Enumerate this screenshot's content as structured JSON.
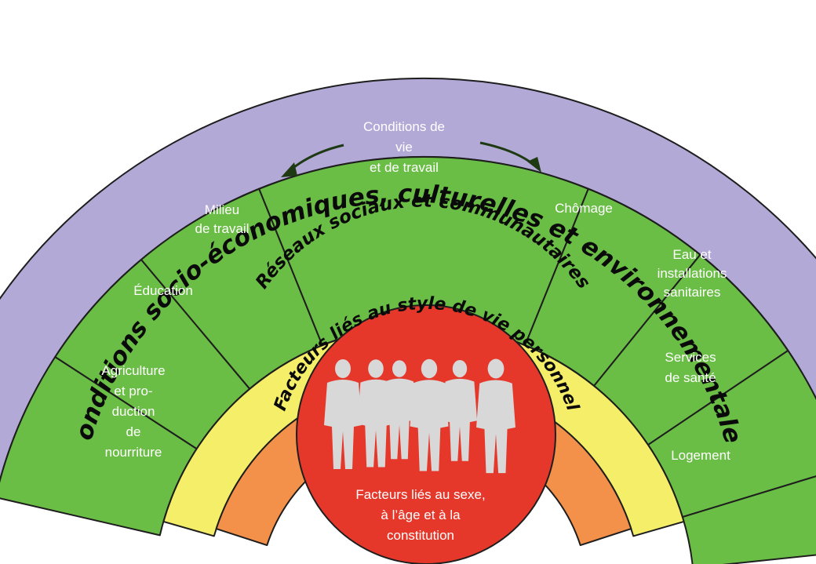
{
  "diagram": {
    "outer_ring": "Conditions socio-économiques, culturelles et environnementales",
    "social_ring": "Réseaux sociaux et communautaires",
    "lifestyle_ring": "Facteurs liés au style de vie personnel",
    "core": [
      "Facteurs liés au sexe,",
      "à l’âge et à la",
      "constitution"
    ],
    "segments": {
      "agriculture": [
        "Agriculture",
        "et pro-",
        "duction",
        "de",
        "nourriture"
      ],
      "education": [
        "Éducation"
      ],
      "work_env": [
        "Milieu",
        "de travail"
      ],
      "living": [
        "Conditions de",
        "vie",
        "et de travail"
      ],
      "unemployment": [
        "Chômage"
      ],
      "water": [
        "Eau et",
        "installations",
        "sanitaires"
      ],
      "health": [
        "Services",
        "de santé"
      ],
      "housing": [
        "Logement"
      ]
    },
    "colors": {
      "outer": "#b3a9d7",
      "segment": "#6abd45",
      "social": "#f5ee68",
      "lifestyle": "#f3904a",
      "core": "#e5382b",
      "people": "#d8d8d8"
    }
  }
}
